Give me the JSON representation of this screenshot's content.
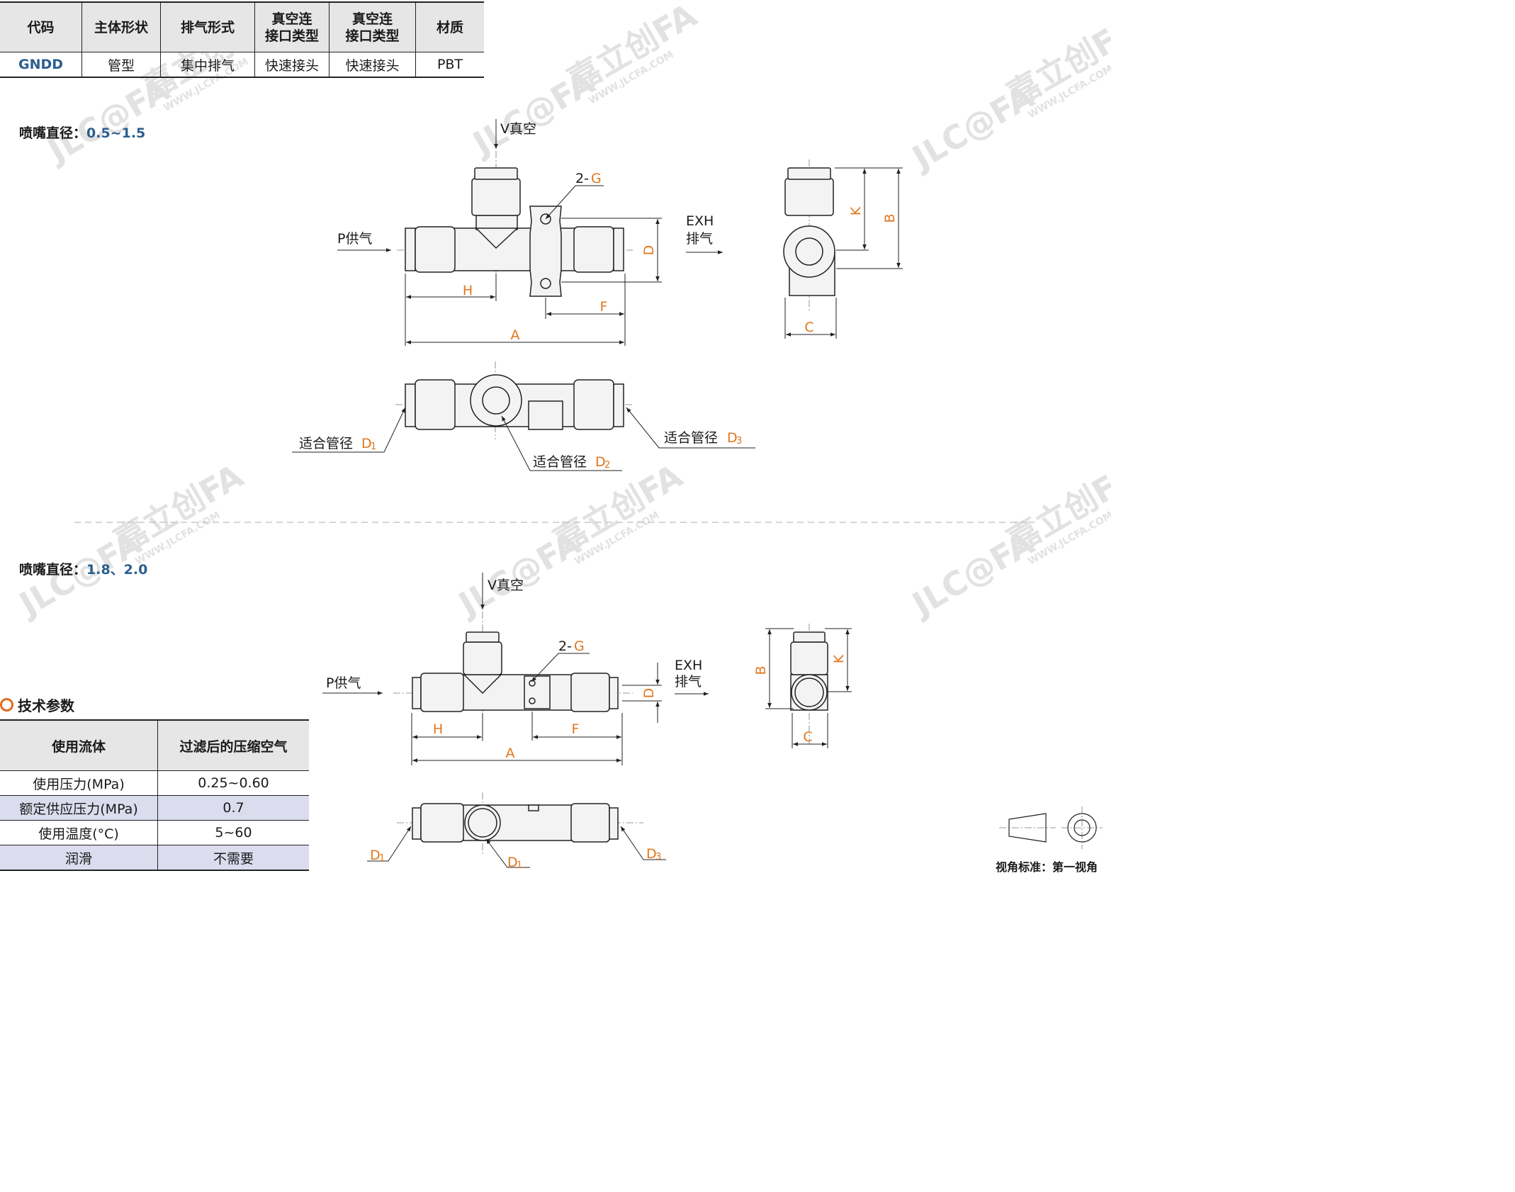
{
  "spec_table": {
    "headers": [
      "代码",
      "主体形状",
      "排气形式",
      "真空连\n接口类型",
      "真空连\n接口类型",
      "材质"
    ],
    "row": [
      "GNDD",
      "管型",
      "集中排气",
      "快速接头",
      "快速接头",
      "PBT"
    ]
  },
  "section1": {
    "label": "喷嘴直径：",
    "value": "0.5~1.5"
  },
  "section2": {
    "label": "喷嘴直径：",
    "value": "1.8、2.0"
  },
  "drawing_labels": {
    "vacuum": "V真空",
    "supply": "P供气",
    "exhaust_line1": "EXH",
    "exhaust_line2": "排气",
    "thread": "2-",
    "thread_g": "G",
    "A": "A",
    "B": "B",
    "C": "C",
    "D": "D",
    "F": "F",
    "H": "H",
    "K": "K",
    "fit_tube": "适合管径",
    "D1": "D",
    "D2": "D",
    "D3": "D",
    "sub1": "1",
    "sub2": "2",
    "sub3": "3"
  },
  "tech": {
    "title": "技术参数",
    "headers": [
      "使用流体",
      "过滤后的压缩空气"
    ],
    "rows": [
      [
        "使用压力(MPa)",
        "0.25~0.60"
      ],
      [
        "额定供应压力(MPa)",
        "0.7"
      ],
      [
        "使用温度(°C)",
        "5~60"
      ],
      [
        "润滑",
        "不需要"
      ]
    ]
  },
  "watermark": {
    "brand": "嘉立创FA",
    "logo": "JLC@FA",
    "url": "WWW.JLCFA.COM"
  },
  "projection": "视角标准：第一视角",
  "colors": {
    "accent": "#e0761c",
    "code_blue": "#2b5f8e",
    "header_bg": "#e6e6e6",
    "alt_row": "#dcdcef"
  }
}
